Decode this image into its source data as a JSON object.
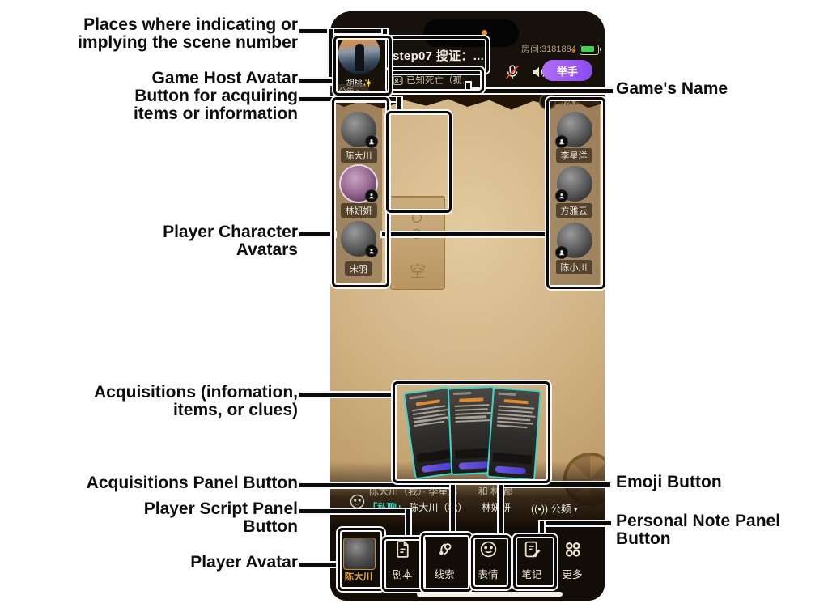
{
  "annotations": {
    "left": [
      {
        "text": "Places where indicating or\nimplying the scene number"
      },
      {
        "text": "Game Host Avatar"
      },
      {
        "text": "Button for acquiring\nitems or information"
      },
      {
        "text": "Player Character\nAvatars"
      },
      {
        "text": "Acquisitions (infomation,\nitems, or clues)"
      },
      {
        "text": "Acquisitions Panel Button"
      },
      {
        "text": "Player Script Panel\nButton"
      },
      {
        "text": "Player Avatar"
      }
    ],
    "right": [
      {
        "text": "Game's Name"
      },
      {
        "text": "Emoji Button"
      },
      {
        "text": "Personal Note Panel\nButton"
      }
    ]
  },
  "phone": {
    "header": {
      "host_name": "胡桃✨",
      "scene_title": "step07 搜证：...",
      "game_name": "已知死亡（孤...",
      "room_label": "房间:3181884",
      "hand_raise": "举手",
      "announcement": "公告 >",
      "floating_message": "帮队长过渡"
    },
    "players_left": [
      {
        "name": "陈大川"
      },
      {
        "name": "林妍妍"
      },
      {
        "name": "宋羽"
      }
    ],
    "players_right": [
      {
        "name": "李星洋"
      },
      {
        "name": "方雅云"
      },
      {
        "name": "陈小川"
      }
    ],
    "envelope_label": "空",
    "acquisition_cards_count": 3,
    "chat": {
      "line1_a": "陈大川（我）· 李星洋",
      "line1_b": "和 林 都",
      "private_tag": "「私聊」",
      "line2_a": "陈大川（我）",
      "line2_b": "林妍妍",
      "channel": "公频"
    },
    "toolbar": {
      "avatar_label": "陈大川",
      "script": "剧本",
      "clues": "线索",
      "emoji": "表情",
      "notes": "笔记",
      "more": "更多"
    },
    "colors": {
      "accent_purple": "#8a4af0",
      "card_teal": "#3fd6c9",
      "private_teal": "#35d6bc",
      "battery_green": "#3ed153",
      "gold_name": "#dba43c"
    }
  },
  "icons": {
    "channel_glyph": "((•))",
    "caret_down": "▾"
  }
}
